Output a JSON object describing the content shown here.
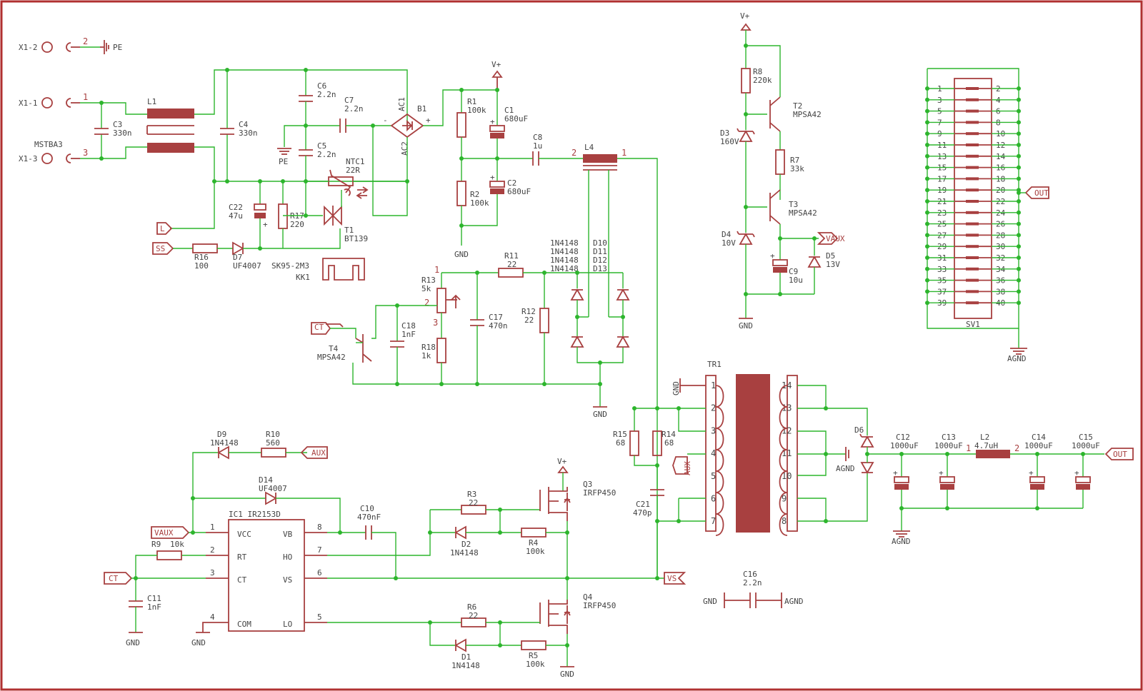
{
  "colors": {
    "frame": "#b03030",
    "symbol": "#a84040",
    "wire": "#2db52d",
    "text": "#444444"
  },
  "connectors": {
    "x1_2": "X1-2",
    "x1_1": "X1-1",
    "x1_3": "X1-3",
    "mstba3": "MSTBA3",
    "pin2": "2",
    "pin1": "1",
    "pin3": "3",
    "pe": "PE"
  },
  "parts": {
    "L1": "L1",
    "C3": "C3",
    "C3v": "330n",
    "C4": "C4",
    "C4v": "330n",
    "C6": "C6",
    "C6v": "2.2n",
    "C5": "C5",
    "C5v": "2.2n",
    "C7": "C7",
    "C7v": "2.2n",
    "pe2": "PE",
    "NTC1": "NTC1",
    "NTC1v": "22R",
    "B1": "B1",
    "AC1": "AC1",
    "AC2": "AC2",
    "minus": "-",
    "plus": "+",
    "R1": "R1",
    "R1v": "100k",
    "C1": "C1",
    "C1v": "680uF",
    "R2": "R2",
    "R2v": "100k",
    "C2": "C2",
    "C2v": "680uF",
    "gnd1": "GND",
    "C8": "C8",
    "C8v": "1u",
    "L4": "L4",
    "L4p2": "2",
    "L4p1": "1",
    "C22": "C22",
    "C22v": "47u",
    "R17": "R17",
    "R17v": "220",
    "T1": "T1",
    "T1v": "BT139",
    "lblL": "L",
    "lblSS": "SS",
    "R16": "R16",
    "R16v": "100",
    "D7": "D7",
    "D7v": "UF4007",
    "SK95": "SK95-2M3",
    "KK1": "KK1",
    "D10": "D10",
    "D11": "D11",
    "D12": "D12",
    "D13": "D13",
    "d4148": "1N4148",
    "R11": "R11",
    "R11v": "22",
    "R13": "R13",
    "R13v": "5k",
    "r13p1": "1",
    "r13p2": "2",
    "r13p3": "3",
    "C18": "C18",
    "C18v": "1nF",
    "C17": "C17",
    "C17v": "470n",
    "R12": "R12",
    "R12v": "22",
    "R18": "R18",
    "R18v": "1k",
    "lblCT": "CT",
    "T4": "T4",
    "T4v": "MPSA42",
    "gnd2": "GND",
    "vplus": "V+",
    "R8": "R8",
    "R8v": "220k",
    "T2": "T2",
    "T2v": "MPSA42",
    "D3": "D3",
    "D3v": "160V",
    "R7": "R7",
    "R7v": "33k",
    "T3": "T3",
    "T3v": "MPSA42",
    "D4": "D4",
    "D4v": "10V",
    "VAUX": "VAUX",
    "D5": "D5",
    "D5v": "13V",
    "C9": "C9",
    "C9v": "10u",
    "gnd3": "GND",
    "SV1": "SV1",
    "OUT": "OUT",
    "AGND": "AGND",
    "TR1": "TR1",
    "gndTR": "GND",
    "AUX": "AUX",
    "R15": "R15",
    "R15v": "68",
    "R14": "R14",
    "R14v": "68",
    "C21": "C21",
    "C21v": "470p",
    "D6": "D6",
    "agnd1": "AGND",
    "C12": "C12",
    "C12v": "1000uF",
    "C13": "C13",
    "C13v": "1000uF",
    "L2": "L2",
    "L2v": "4.7uH",
    "l2p1": "1",
    "l2p2": "2",
    "C14": "C14",
    "C14v": "1000uF",
    "C15": "C15",
    "C15v": "1000uF",
    "agnd2": "AGND",
    "D9": "D9",
    "D9v": "1N4148",
    "R10": "R10",
    "R10v": "560",
    "lblAUX": "AUX",
    "D14": "D14",
    "D14v": "UF4007",
    "C10": "C10",
    "C10v": "470nF",
    "IC1": "IC1 IR2153D",
    "VCC": "VCC",
    "RT": "RT",
    "CT": "CT",
    "COM": "COM",
    "VB": "VB",
    "HO": "HO",
    "VS": "VS",
    "LO": "LO",
    "p1": "1",
    "p2": "2",
    "p3": "3",
    "p4": "4",
    "p5": "5",
    "p6": "6",
    "p7": "7",
    "p8": "8",
    "R9": "R9",
    "R9v": "10k",
    "C11": "C11",
    "C11v": "1nF",
    "gnd4": "GND",
    "gnd5": "GND",
    "R3": "R3",
    "R3v": "22",
    "D2": "D2",
    "D2v": "1N4148",
    "R4": "R4",
    "R4v": "100k",
    "Q3": "Q3",
    "Q3v": "IRFP450",
    "Q4": "Q4",
    "Q4v": "IRFP450",
    "R6": "R6",
    "R6v": "22",
    "D1": "D1",
    "D1v": "1N4148",
    "R5": "R5",
    "R5v": "100k",
    "gnd6": "GND",
    "lblVS": "VS",
    "lblVAUX": "VAUX",
    "lblCT2": "CT",
    "C16": "C16",
    "C16v": "2.2n",
    "gnd7": "GND",
    "agnd3": "AGND"
  },
  "header_pins": [
    "1",
    "2",
    "3",
    "4",
    "5",
    "6",
    "7",
    "8",
    "9",
    "10",
    "11",
    "12",
    "13",
    "14",
    "15",
    "16",
    "17",
    "18",
    "19",
    "20",
    "21",
    "22",
    "23",
    "24",
    "25",
    "26",
    "27",
    "28",
    "29",
    "30",
    "31",
    "32",
    "33",
    "34",
    "35",
    "36",
    "37",
    "38",
    "39",
    "40"
  ],
  "tr_pins": [
    "1",
    "2",
    "3",
    "4",
    "5",
    "6",
    "7",
    "8",
    "9",
    "10",
    "11",
    "12",
    "13",
    "14"
  ]
}
